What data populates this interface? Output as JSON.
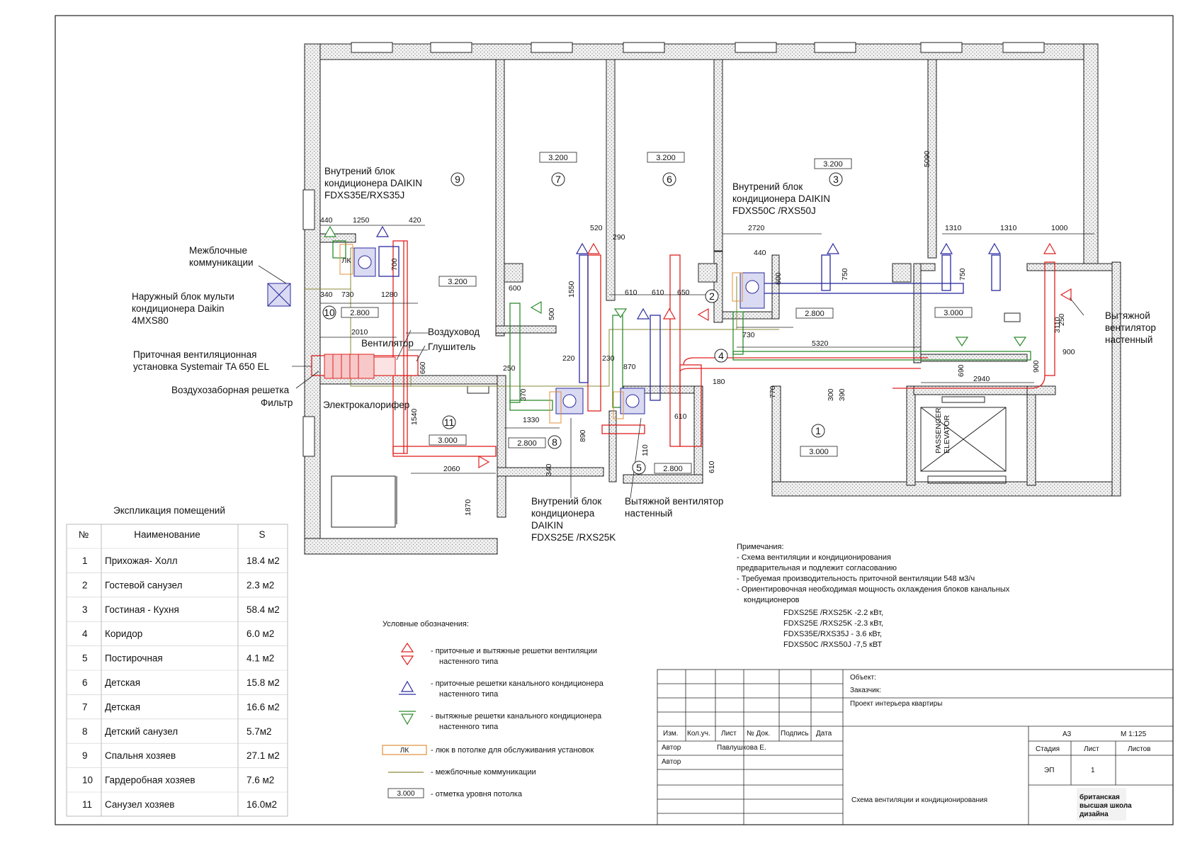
{
  "plan": {
    "indoor_unit_9": [
      "Внутрений блок",
      "кондиционера DAIKIN",
      "FDXS35E/RXS35J"
    ],
    "indoor_unit_3": [
      "Внутрений блок",
      "кондиционера DAIKIN",
      "FDXS50C /RXS50J"
    ],
    "indoor_unit_8": [
      "Внутрений блок",
      "кондиционера",
      "DAIKIN",
      "FDXS25E /RXS25K"
    ],
    "exhaust_fan_5": [
      "Вытяжной вентилятор",
      "настенный"
    ],
    "exhaust_fan_1": [
      "Вытяжной",
      "вентилятор",
      "настенный"
    ],
    "interblock": [
      "Межблочные",
      "коммуникации"
    ],
    "outdoor_unit": [
      "Наружный блок мульти",
      "кондиционера Daikin",
      "4MXS80"
    ],
    "ahu": [
      "Приточная вентиляционная",
      "установка Systemair TA 650 EL"
    ],
    "intake_grille": "Воздухозаборная решетка",
    "filter": "Фильтр",
    "heater": "Электрокалорифер",
    "duct": "Воздуховод",
    "fan": "Вентилятор",
    "silencer": "Глушитель",
    "ceilings": {
      "r9": "3.200",
      "r7": "3.200",
      "r6": "3.200",
      "r3": "3.200",
      "r10": "2.800",
      "r11": "3.000",
      "r8": "2.800",
      "r5": "2.800",
      "r2": "2.800",
      "r1": "3.000",
      "rh": "3.000"
    },
    "room_numbers": [
      "1",
      "2",
      "3",
      "4",
      "5",
      "6",
      "7",
      "8",
      "9",
      "10",
      "11"
    ],
    "dimensions": {
      "d440": "440",
      "d1250": "1250",
      "d420": "420",
      "d700": "700",
      "d340": "340",
      "d730": "730",
      "d1280": "1280",
      "d2010": "2010",
      "d660": "660",
      "d1540": "1540",
      "d2060": "2060",
      "d1870": "1870",
      "d1330": "1330",
      "d370": "370",
      "d250": "250",
      "d600": "600",
      "d500": "500",
      "d1550": "1550",
      "d520": "520",
      "d290": "290",
      "d610a": "610",
      "d610b": "610",
      "d650": "650",
      "d220": "220",
      "d230": "230",
      "d870": "870",
      "d890": "890",
      "d610c": "610",
      "d110": "110",
      "d340b": "340",
      "d610d": "610",
      "d180": "180",
      "d770": "770",
      "d2720": "2720",
      "d440b": "440",
      "d600b": "600",
      "d730b": "730",
      "d750": "750",
      "d5320": "5320",
      "d300": "300",
      "d390": "390",
      "d690": "690",
      "d2940": "2940",
      "d900": "900",
      "d900b": "900",
      "d3110": "3110",
      "d250b": "250",
      "d1310a": "1310",
      "d1310b": "1310",
      "d1000": "1000",
      "d750b": "750",
      "d5090": "5090"
    },
    "hatch": "ЛК",
    "elevator": [
      "PASSENGER",
      "ELEVATOR"
    ]
  },
  "explication": {
    "title": "Экспликация помещений",
    "headers": [
      "№",
      "Наименование",
      "S"
    ],
    "rows": [
      [
        "1",
        "Прихожая- Холл",
        "18.4 м2"
      ],
      [
        "2",
        "Гостевой санузел",
        "2.3 м2"
      ],
      [
        "3",
        "Гостиная - Кухня",
        "58.4 м2"
      ],
      [
        "4",
        "Коридор",
        "6.0 м2"
      ],
      [
        "5",
        "Постирочная",
        "4.1 м2"
      ],
      [
        "6",
        "Детская",
        "15.8 м2"
      ],
      [
        "7",
        "Детская",
        "16.6 м2"
      ],
      [
        "8",
        "Детский санузел",
        "5.7м2"
      ],
      [
        "9",
        "Спальня хозяев",
        "27.1 м2"
      ],
      [
        "10",
        "Гардеробная хозяев",
        "7.6 м2"
      ],
      [
        "11",
        "Санузел хозяев",
        "16.0м2"
      ]
    ]
  },
  "legend": {
    "title": "Условные обозначения:",
    "items": [
      [
        "- приточные и вытяжные решетки вентиляции",
        "настенного типа"
      ],
      [
        "- приточные решетки канального кондиционера",
        "настенного типа"
      ],
      [
        "- вытяжные решетки канального кондиционера",
        "настенного типа"
      ],
      [
        "- люк в потолке для обслуживания установок"
      ],
      [
        "- межблочные коммуникации"
      ],
      [
        "- отметка уровня потолка"
      ]
    ],
    "hatch_label": "ЛК",
    "level_label": "3.000"
  },
  "notes": {
    "lines": [
      "Примечания:",
      "- Схема вентиляции и кондиционирования",
      "предварительная и подлежит согласованию",
      "- Требуемая производительность приточной вентиляции 548 м3/ч",
      "- Ориентировочная необходимая мощность охлаждения блоков канальных",
      "кондиционеров"
    ],
    "units": [
      "FDXS25E /RXS25K  -2.2 кВт,",
      "FDXS25E /RXS25K  -2.3 кВт,",
      "FDXS35E/RXS35J  - 3.6 кВт,",
      "FDXS50C /RXS50J  -7,5 кВТ"
    ]
  },
  "titleblock": {
    "object": "Объект:",
    "customer": "Заказчик:",
    "project": "Проект интерьера квартиры",
    "cols": [
      "Изм.",
      "Кол.уч.",
      "Лист",
      "№ Док.",
      "Подпись",
      "Дата"
    ],
    "author1": "Автор",
    "author_name": "Павлушкова Е.",
    "author2": "Автор",
    "format": "А3",
    "scale": "М 1:125",
    "stage_h": "Стадия",
    "sheet_h": "Лист",
    "sheets_h": "Листов",
    "stage": "ЭП",
    "sheet": "1",
    "drawing": "Схема вентиляции и кондиционирования",
    "logo": [
      "британская",
      "высшая школа",
      "дизайна"
    ]
  },
  "colors": {
    "supply": "#e02020",
    "ac_supply": "#2a2aa0",
    "ac_exhaust": "#2e8b2e",
    "interblock": "#8a8a3a",
    "hatch": "#e0903a",
    "wall_fill": "#d8d8d8"
  }
}
